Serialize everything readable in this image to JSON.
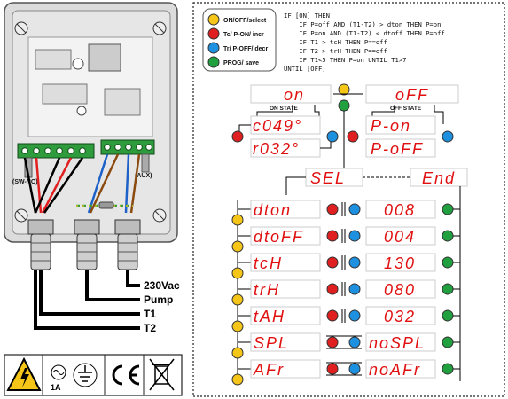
{
  "legend": [
    {
      "label": "ON/OFF/select",
      "color": "#f5c518"
    },
    {
      "label": "Tc/ P-ON/ incr",
      "color": "#e02020"
    },
    {
      "label": "Tr/ P-OFF/ decr",
      "color": "#1e90e0"
    },
    {
      "label": "PROG/ save",
      "color": "#21a040"
    }
  ],
  "code": [
    "IF [ON] THEN",
    "    IF P=off AND (T1-T2) > dton THEN P=on",
    "    IF P=on AND (T1-T2) < dtoff THEN P=off",
    "    IF T1 > tcH THEN P==off",
    "    IF T2 > trH THEN P==off",
    "    IF T1<5 THEN P=on UNTIL T1>7",
    "UNTIL [OFF]"
  ],
  "device": {
    "sw_no": "(SW-NO)",
    "aux": "(AUX)",
    "wires": [
      "230Vac",
      "Pump",
      "T1",
      "T2"
    ]
  },
  "states": {
    "on_state": "ON STATE",
    "off_state": "OFF STATE"
  },
  "displays": {
    "on": "on",
    "off": "oFF",
    "c": "c049°",
    "r": "r032°",
    "pon": "P-on",
    "poff": "P-oFF",
    "sel": "SEL",
    "end": "End",
    "menu": [
      {
        "name": "dton",
        "value": "008"
      },
      {
        "name": "dtoFF",
        "value": "004"
      },
      {
        "name": "tcH",
        "value": "130"
      },
      {
        "name": "trH",
        "value": "080"
      },
      {
        "name": "tAH",
        "value": "032"
      },
      {
        "name": "SPL",
        "value": "noSPL"
      },
      {
        "name": "AFr",
        "value": "noAFr"
      }
    ]
  },
  "certs": {
    "fuse": "1A"
  }
}
